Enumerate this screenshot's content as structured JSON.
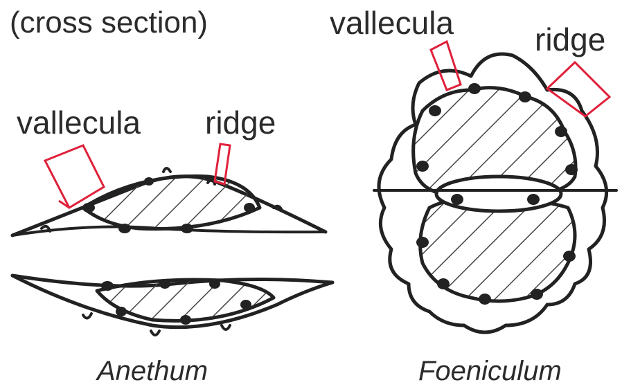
{
  "heading": "(cross section)",
  "anethum": {
    "name": "Anethum",
    "vallecula_label": "vallecula",
    "ridge_label": "ridge"
  },
  "foeniculum": {
    "name": "Foeniculum",
    "vallecula_label": "vallecula",
    "ridge_label": "ridge"
  },
  "colors": {
    "outline": "#222222",
    "pointer": "#e0203a",
    "hatch": "#444444"
  }
}
